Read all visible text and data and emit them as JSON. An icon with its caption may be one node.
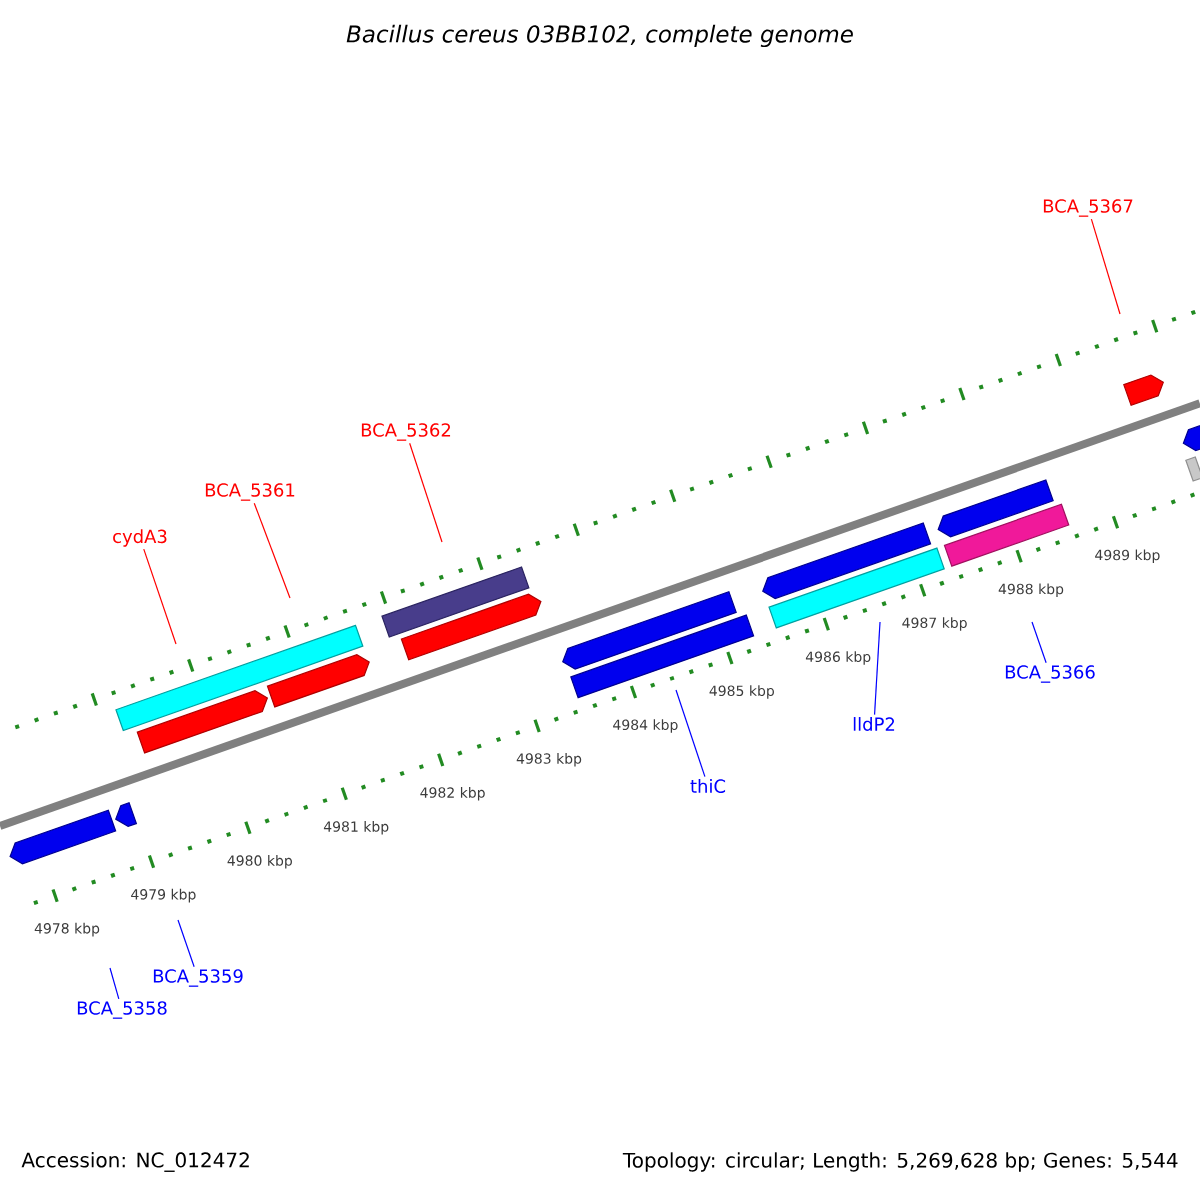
{
  "diagram": {
    "title": "Bacillus cereus 03BB102, complete genome",
    "nodes": [
      {
        "text": [],
        "shape": "arrow"
      },
      {
        "text": [],
        "shape": "arrow"
      },
      {
        "text": [],
        "shape": "bar"
      },
      {
        "text": [],
        "shape": "arrow"
      },
      {
        "text": [],
        "shape": "arrow"
      },
      {
        "text": [],
        "shape": "bar"
      },
      {
        "text": [],
        "shape": "arrow"
      },
      {
        "text": [],
        "shape": "arrow"
      },
      {
        "text": [],
        "shape": "bar"
      },
      {
        "text": [],
        "shape": "arrow"
      },
      {
        "text": [],
        "shape": "bar"
      },
      {
        "text": [],
        "shape": "arrow"
      },
      {
        "text": [],
        "shape": "bar"
      },
      {
        "text": [],
        "shape": "arrow"
      },
      {
        "text": [],
        "shape": "arrow"
      },
      {
        "text": [],
        "shape": "bar"
      },
      {
        "text": [
          "cydA3"
        ]
      },
      {
        "text": [
          "BCA_5361"
        ]
      },
      {
        "text": [
          "BCA_5362"
        ]
      },
      {
        "text": [
          "BCA_5367"
        ]
      },
      {
        "text": [
          "BCA_5358"
        ]
      },
      {
        "text": [
          "BCA_5359"
        ]
      },
      {
        "text": [
          "thiC"
        ]
      },
      {
        "text": [
          "lldP2"
        ]
      },
      {
        "text": [
          "BCA_5366"
        ]
      }
    ],
    "edges": [
      {
        "from": 16,
        "to": null,
        "arrow": "none",
        "color": "#ff0000"
      },
      {
        "from": 17,
        "to": null,
        "arrow": "none",
        "color": "#ff0000"
      },
      {
        "from": 18,
        "to": null,
        "arrow": "none",
        "color": "#ff0000"
      },
      {
        "from": 19,
        "to": null,
        "arrow": "none",
        "color": "#ff0000"
      },
      {
        "from": 20,
        "to": null,
        "arrow": "none"
      },
      {
        "from": 21,
        "to": null,
        "arrow": "none"
      },
      {
        "from": 22,
        "to": null,
        "arrow": "none"
      },
      {
        "from": 23,
        "to": null,
        "arrow": "none"
      },
      {
        "from": 24,
        "to": null,
        "arrow": "none"
      }
    ],
    "labels": [
      "4978 kbp",
      "4979 kbp",
      "4980 kbp",
      "4981 kbp",
      "4982 kbp",
      "4983 kbp",
      "4984 kbp",
      "4985 kbp",
      "4986 kbp",
      "4987 kbp",
      "4988 kbp",
      "4989 kbp",
      "Accession: NC_012472",
      "Topology: circular; Length: 5,269,628 bp; Genes: 5,544"
    ]
  }
}
